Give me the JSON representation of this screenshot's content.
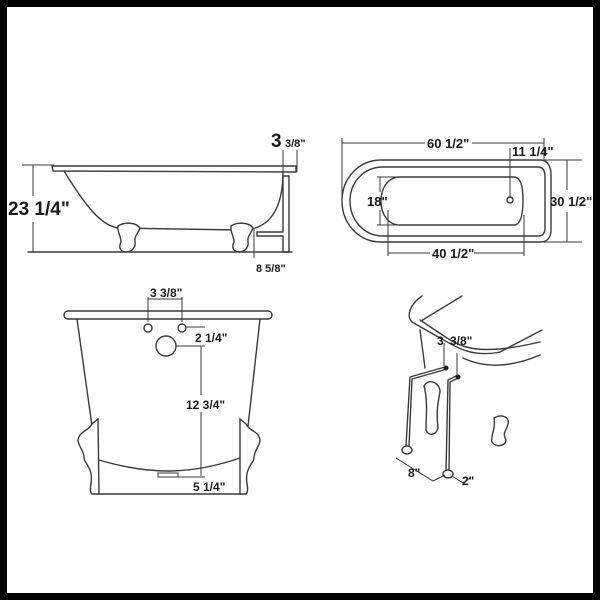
{
  "diagram": {
    "title": "Clawfoot tub dimension drawing",
    "colors": {
      "frame": "#000000",
      "background": "#ffffff",
      "stroke": "#3a3a3a",
      "text": "#1a1a1a"
    },
    "side_view": {
      "height_label": "23 1/4\"",
      "rim_overhang_whole": "3",
      "rim_overhang_fraction": "3/8\"",
      "drain_offset_label": "8 5/8\""
    },
    "top_view": {
      "length_label": "60 1/2\"",
      "drain_from_end_label": "11 1/4\"",
      "inner_width_label": "18\"",
      "width_label": "30 1/2\"",
      "inner_length_label": "40 1/2\""
    },
    "end_view": {
      "faucet_spacing_label": "3 3/8\"",
      "hole_to_overflow_label": "2 1/4\"",
      "overflow_to_bottom_label": "12 3/4\"",
      "bottom_clearance_label": "5 1/4\""
    },
    "supply_view": {
      "faucet_hole_whole": "3",
      "faucet_hole_fraction": "3/8\"",
      "supply_spacing_label": "8\"",
      "supply_depth_label": "2\""
    }
  }
}
